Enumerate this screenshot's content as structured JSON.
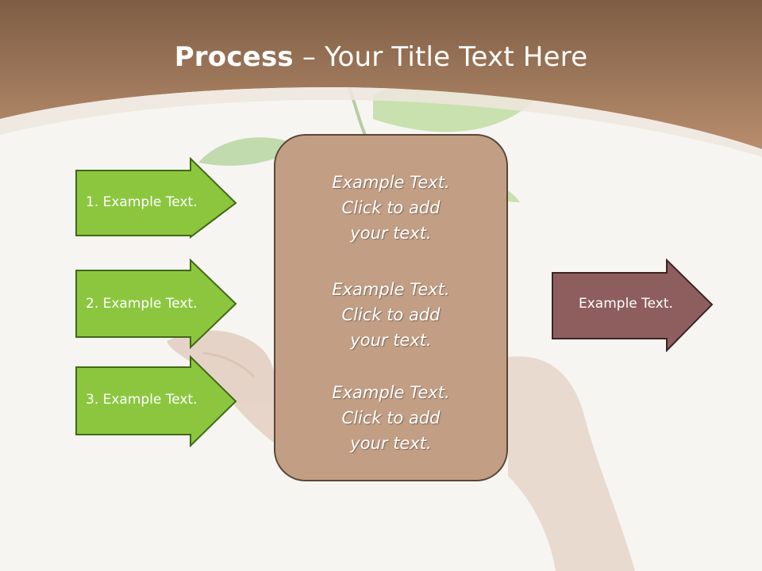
{
  "slide": {
    "title_bold": "Process",
    "title_rest": " – Your Title Text Here"
  },
  "left_arrows": [
    {
      "label": "1. Example Text."
    },
    {
      "label": "2. Example Text."
    },
    {
      "label": "3. Example Text."
    }
  ],
  "center_box": {
    "items": [
      {
        "line1": "Example Text.",
        "line2": "Click  to add",
        "line3": "your text."
      },
      {
        "line1": "Example Text.",
        "line2": "Click  to add",
        "line3": "your text."
      },
      {
        "line1": "Example Text.",
        "line2": "Click  to add",
        "line3": "your text."
      }
    ]
  },
  "right_arrow": {
    "label": "Example Text."
  },
  "colors": {
    "header_brown": "#a57a5c",
    "green_arrow": "#8cc63f",
    "green_border": "#3f6a15",
    "center_fill": "#c19e84",
    "right_arrow_fill": "#8e5e5e"
  }
}
